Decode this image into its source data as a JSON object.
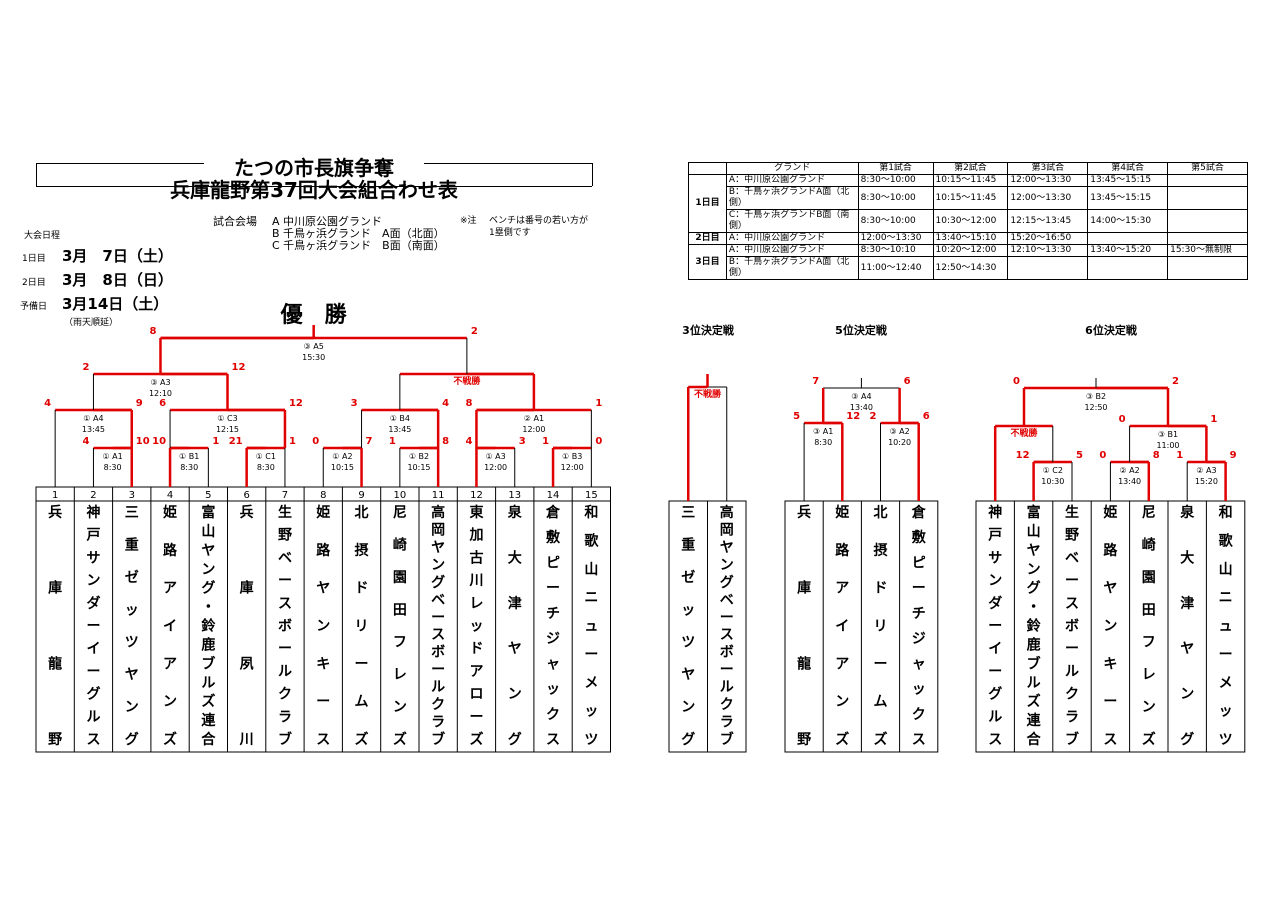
{
  "title": {
    "line1": "たつの市長旗争奪",
    "line2": "兵庫龍野第37回大会組合わせ表"
  },
  "venues": {
    "label": "試合会場",
    "a": "A 中川原公園グランド",
    "b": "B 千鳥ヶ浜グランド　A面（北面）",
    "c": "C 千鳥ヶ浜グランド　B面（南面）"
  },
  "note": {
    "mark": "※注",
    "line1": "ベンチは番号の若い方が",
    "line2": "1塁側です"
  },
  "schedule": {
    "label": "大会日程",
    "days": [
      {
        "label": "1日目",
        "date": "3月　7日（土）"
      },
      {
        "label": "2日目",
        "date": "3月　8日（日）"
      },
      {
        "label": "予備日",
        "date": "3月14日（土）"
      }
    ],
    "rain_note": "（雨天順延）"
  },
  "sched_table": {
    "headers": [
      "グランド",
      "第1試合",
      "第2試合",
      "第3試合",
      "第4試合",
      "第5試合"
    ],
    "rows": [
      {
        "day": "1日目",
        "ground": "A：中川原公園グランド",
        "times": [
          "8:30～10:00",
          "10:15～11:45",
          "12:00～13:30",
          "13:45～15:15",
          ""
        ]
      },
      {
        "day": "",
        "ground": "B：千鳥ヶ浜グランドA面（北側）",
        "times": [
          "8:30～10:00",
          "10:15～11:45",
          "12:00～13:30",
          "13:45～15:15",
          ""
        ]
      },
      {
        "day": "",
        "ground": "C：千鳥ヶ浜グランドB面（南側）",
        "times": [
          "8:30～10:00",
          "10:30～12:00",
          "12:15～13:45",
          "14:00～15:30",
          ""
        ]
      },
      {
        "day": "2日目",
        "ground": "A：中川原公園グランド",
        "times": [
          "12:00～13:30",
          "13:40～15:10",
          "15:20～16:50",
          "",
          ""
        ]
      },
      {
        "day": "3日目",
        "ground": "A：中川原公園グランド",
        "times": [
          "8:30～10:10",
          "10:20～12:00",
          "12:10～13:30",
          "13:40～15:20",
          "15:30～無制限"
        ]
      },
      {
        "day": "",
        "ground": "B：千鳥ヶ浜グランドA面（北側）",
        "times": [
          "11:00～12:40",
          "12:50～14:30",
          "",
          "",
          ""
        ]
      }
    ]
  },
  "champion_label": "優　勝",
  "fusen": "不戦勝",
  "main": {
    "teams": [
      {
        "no": "1",
        "name": "兵庫龍野"
      },
      {
        "no": "2",
        "name": "神戸サンダーイーグルス"
      },
      {
        "no": "3",
        "name": "三重ゼッツヤング"
      },
      {
        "no": "4",
        "name": "姫路アイアンズ"
      },
      {
        "no": "5",
        "name": "富山ヤング・鈴鹿ブルズ連合"
      },
      {
        "no": "6",
        "name": "兵庫夙川"
      },
      {
        "no": "7",
        "name": "生野ベースボールクラブ"
      },
      {
        "no": "8",
        "name": "姫路ヤンキース"
      },
      {
        "no": "9",
        "name": "北摂ドリームズ"
      },
      {
        "no": "10",
        "name": "尼崎園田フレンズ"
      },
      {
        "no": "11",
        "name": "高岡ヤングベースボールクラブ"
      },
      {
        "no": "12",
        "name": "東加古川レッドアローズ"
      },
      {
        "no": "13",
        "name": "泉大津ヤング"
      },
      {
        "no": "14",
        "name": "倉敷ピーチジャックス"
      },
      {
        "no": "15",
        "name": "和歌山ニューメッツ"
      }
    ],
    "games": [
      {
        "label": "① A1",
        "time": "8:30",
        "scores": [
          "4",
          "10"
        ]
      },
      {
        "label": "① B1",
        "time": "8:30",
        "scores": [
          "10",
          "1"
        ]
      },
      {
        "label": "① C1",
        "time": "8:30",
        "scores": [
          "21",
          "1"
        ]
      },
      {
        "label": "① A2",
        "time": "10:15",
        "scores": [
          "0",
          "7"
        ]
      },
      {
        "label": "① B2",
        "time": "10:15",
        "scores": [
          "1",
          "8"
        ]
      },
      {
        "label": "① A3",
        "time": "12:00",
        "scores": [
          "4",
          "3"
        ]
      },
      {
        "label": "① B3",
        "time": "12:00",
        "scores": [
          "1",
          "0"
        ]
      },
      {
        "label": "① A4",
        "time": "13:45",
        "scores": [
          "4",
          "9"
        ]
      },
      {
        "label": "① C3",
        "time": "12:15",
        "scores": [
          "6",
          "12"
        ]
      },
      {
        "label": "① B4",
        "time": "13:45",
        "scores": [
          "3",
          "4"
        ]
      },
      {
        "label": "② A1",
        "time": "12:00",
        "scores": [
          "8",
          "1"
        ]
      },
      {
        "label": "③ A3",
        "time": "12:10",
        "scores": [
          "2",
          "12"
        ]
      },
      {
        "label": "③ A5",
        "time": "15:30",
        "scores": [
          "8",
          "2"
        ]
      }
    ]
  },
  "third": {
    "title": "3位決定戦",
    "teams": [
      {
        "name": "三重ゼッツヤング"
      },
      {
        "name": "高岡ヤングベースボールクラブ"
      }
    ]
  },
  "fifth": {
    "title": "5位決定戦",
    "teams": [
      {
        "name": "兵庫龍野"
      },
      {
        "name": "姫路アイアンズ"
      },
      {
        "name": "北摂ドリームズ"
      },
      {
        "name": "倉敷ピーチジャックス"
      }
    ],
    "games": [
      {
        "label": "③ A1",
        "time": "8:30",
        "scores": [
          "5",
          "12"
        ]
      },
      {
        "label": "③ A2",
        "time": "10:20",
        "scores": [
          "2",
          "6"
        ]
      },
      {
        "label": "③ A4",
        "time": "13:40",
        "scores": [
          "7",
          "6"
        ]
      }
    ]
  },
  "sixth": {
    "title": "6位決定戦",
    "teams": [
      {
        "name": "神戸サンダーイーグルス"
      },
      {
        "name": "富山ヤング・鈴鹿ブルズ連合"
      },
      {
        "name": "生野ベースボールクラブ"
      },
      {
        "name": "姫路ヤンキース"
      },
      {
        "name": "尼崎園田フレンズ"
      },
      {
        "name": "泉大津ヤング"
      },
      {
        "name": "和歌山ニューメッツ"
      }
    ],
    "games": [
      {
        "label": "① C2",
        "time": "10:30",
        "scores": [
          "12",
          "5"
        ]
      },
      {
        "label": "② A2",
        "time": "13:40",
        "scores": [
          "0",
          "8"
        ]
      },
      {
        "label": "② A3",
        "time": "15:20",
        "scores": [
          "1",
          "9"
        ]
      },
      {
        "label": "③ B1",
        "time": "11:00",
        "scores": [
          "0",
          "1"
        ]
      },
      {
        "label": "③ B2",
        "time": "12:50",
        "scores": [
          "0",
          "2"
        ]
      }
    ]
  }
}
